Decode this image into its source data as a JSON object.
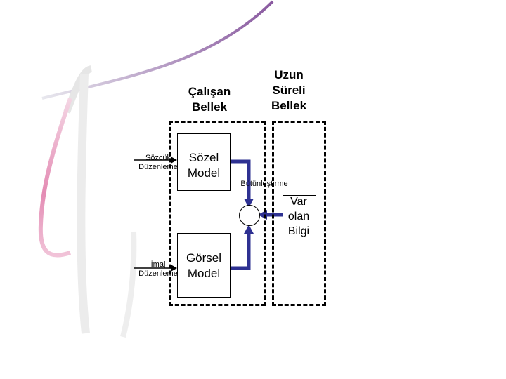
{
  "working_memory": {
    "title_line1": "Çalışan",
    "title_line2": "Bellek"
  },
  "long_term_memory": {
    "title_line1": "Uzun",
    "title_line2": "Süreli",
    "title_line3": "Bellek"
  },
  "verbal_model": {
    "line1": "Sözel",
    "line2": "Model"
  },
  "visual_model": {
    "line1": "Görsel",
    "line2": "Model"
  },
  "word_organizing": {
    "line1": "Sözcük",
    "line2": "Düzenleme"
  },
  "image_organizing": {
    "line1": "İmaj",
    "line2": "Düzenleme"
  },
  "integrating": "Bütünleştirme",
  "prior_knowledge": {
    "line1": "Var",
    "line2": "olan",
    "line3": "Bilgi"
  },
  "colors": {
    "arrow": "#2e3192",
    "decor": "#d63b86"
  }
}
